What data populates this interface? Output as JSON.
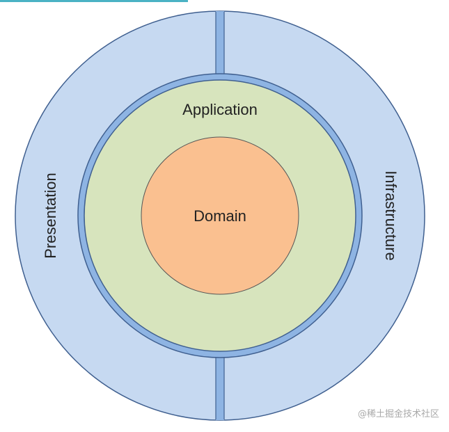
{
  "diagram": {
    "layers": {
      "presentation": "Presentation",
      "infrastructure": "Infrastructure",
      "application": "Application",
      "domain": "Domain"
    },
    "colors": {
      "outer_fill": "#c6d9f1",
      "separator": "#8eb4e3",
      "outline": "#3f5f8f",
      "application_fill": "#d7e4bd",
      "domain_fill": "#fac090",
      "header_fragment": "#4ab2c4"
    }
  },
  "watermark": "@稀土掘金技术社区"
}
